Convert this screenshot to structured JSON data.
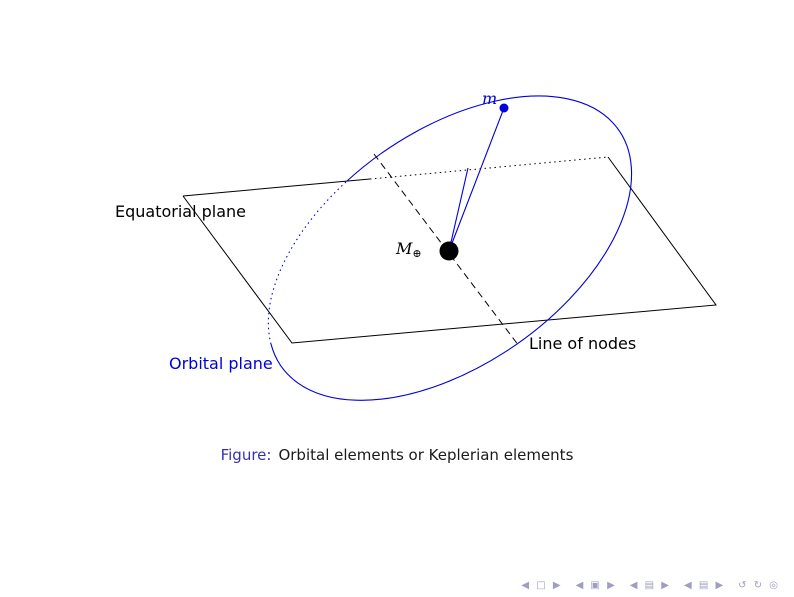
{
  "slide": {
    "caption_prefix": "Figure:",
    "caption_text": "Orbital elements or Keplerian elements"
  },
  "diagram": {
    "labels": {
      "equatorial_plane": "Equatorial plane",
      "orbital_plane": "Orbital plane",
      "line_of_nodes": "Line of nodes",
      "earth_mass_symbol": "M",
      "earth_mass_subscript": "⊕",
      "satellite_symbol": "m"
    },
    "colors": {
      "orbit_blue": "#0000dd",
      "plane_black": "#000000",
      "caption_structure_blue": "#3333b2",
      "nav_symbols_gray_blue": "#9e9ec4"
    }
  },
  "navigation": {
    "slide_group": "◀ □ ▶",
    "frame_group": "◀ ▣ ▶",
    "subsection_group": "◀ ▤ ▶",
    "section_group": "◀ ▤ ▶",
    "tools_group": "↺ ↻ ◎"
  }
}
